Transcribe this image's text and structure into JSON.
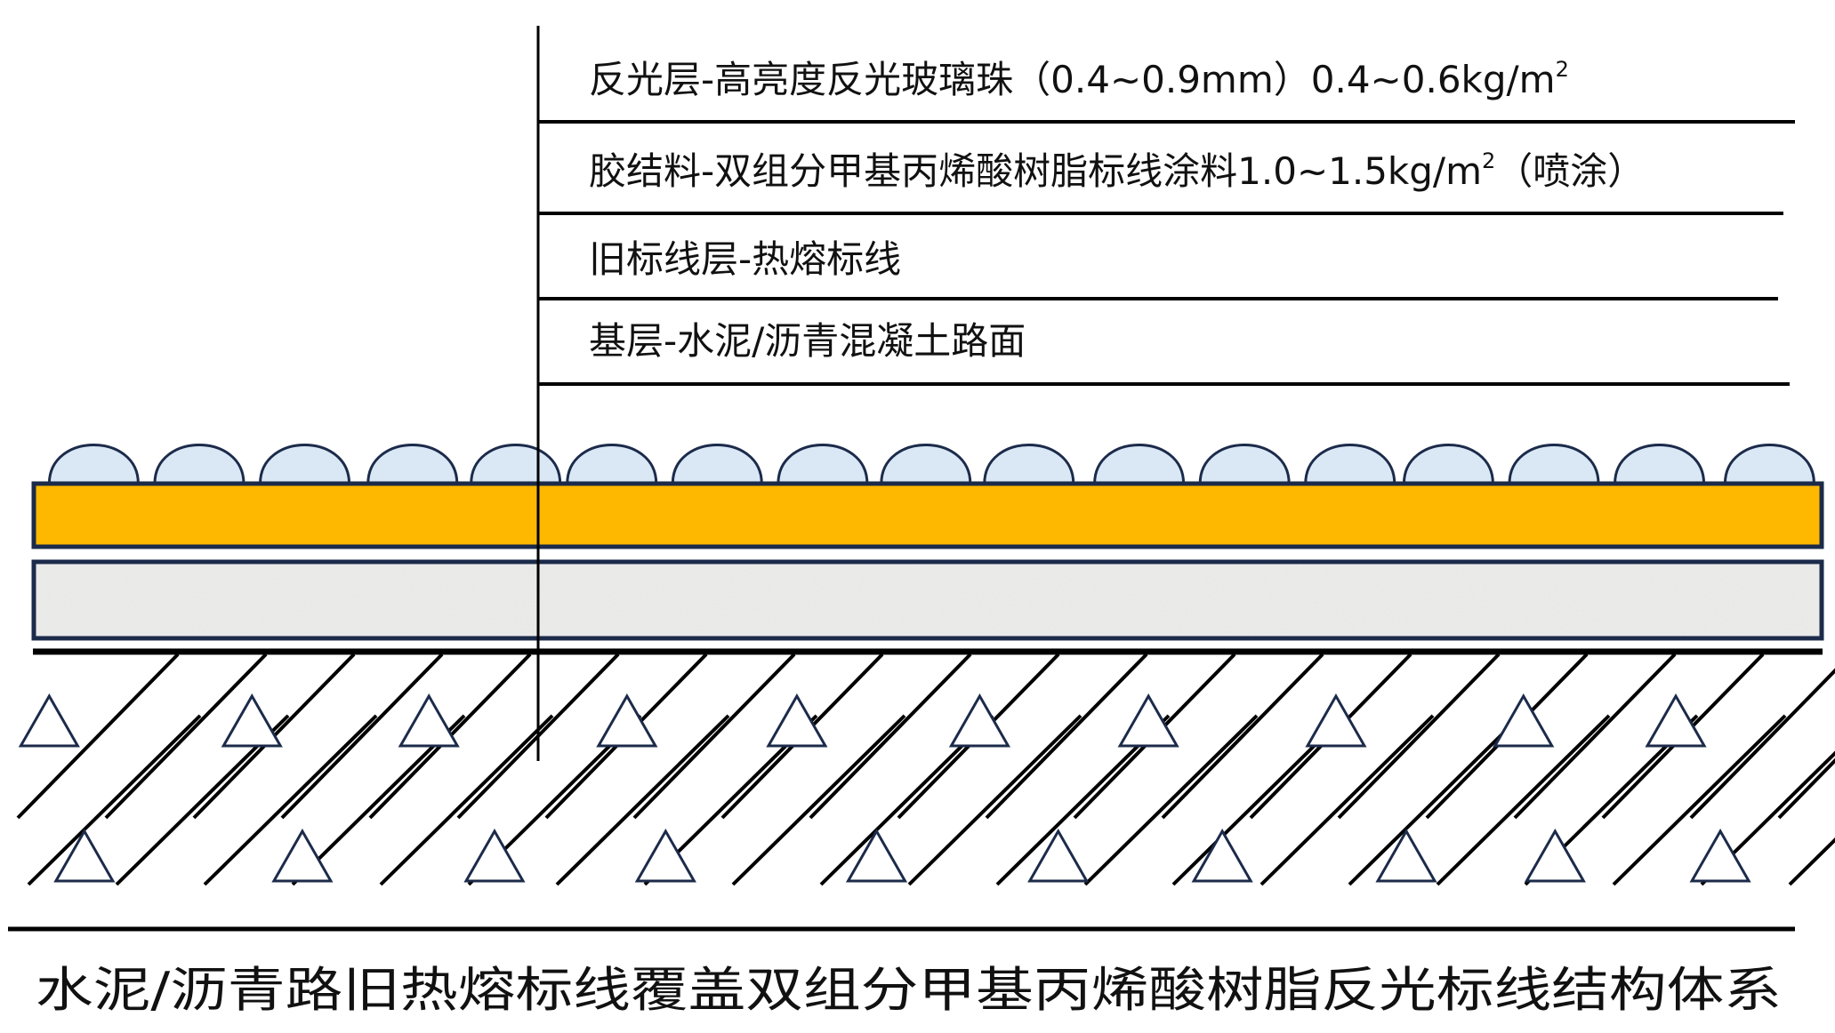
{
  "labels": {
    "reflective": {
      "text": "反光层-高亮度反光玻璃珠（0.4~0.9mm）0.4~0.6kg/m",
      "sup": "2"
    },
    "binder": {
      "text": "胶结料-双组分甲基丙烯酸树脂标线涂料1.0~1.5kg/m",
      "sup": "2",
      "suffix": "（喷涂）"
    },
    "old_marking": {
      "text": "旧标线层-热熔标线"
    },
    "base": {
      "text": "基层-水泥/沥青混凝土路面"
    }
  },
  "caption": "水泥/沥青路旧热熔标线覆盖双组分甲基丙烯酸树脂反光标线结构体系",
  "colors": {
    "bead_fill": "#dae8f6",
    "outline": "#1c2b4a",
    "binder_fill": "#ffb800",
    "base_fill": "#ebebea"
  }
}
